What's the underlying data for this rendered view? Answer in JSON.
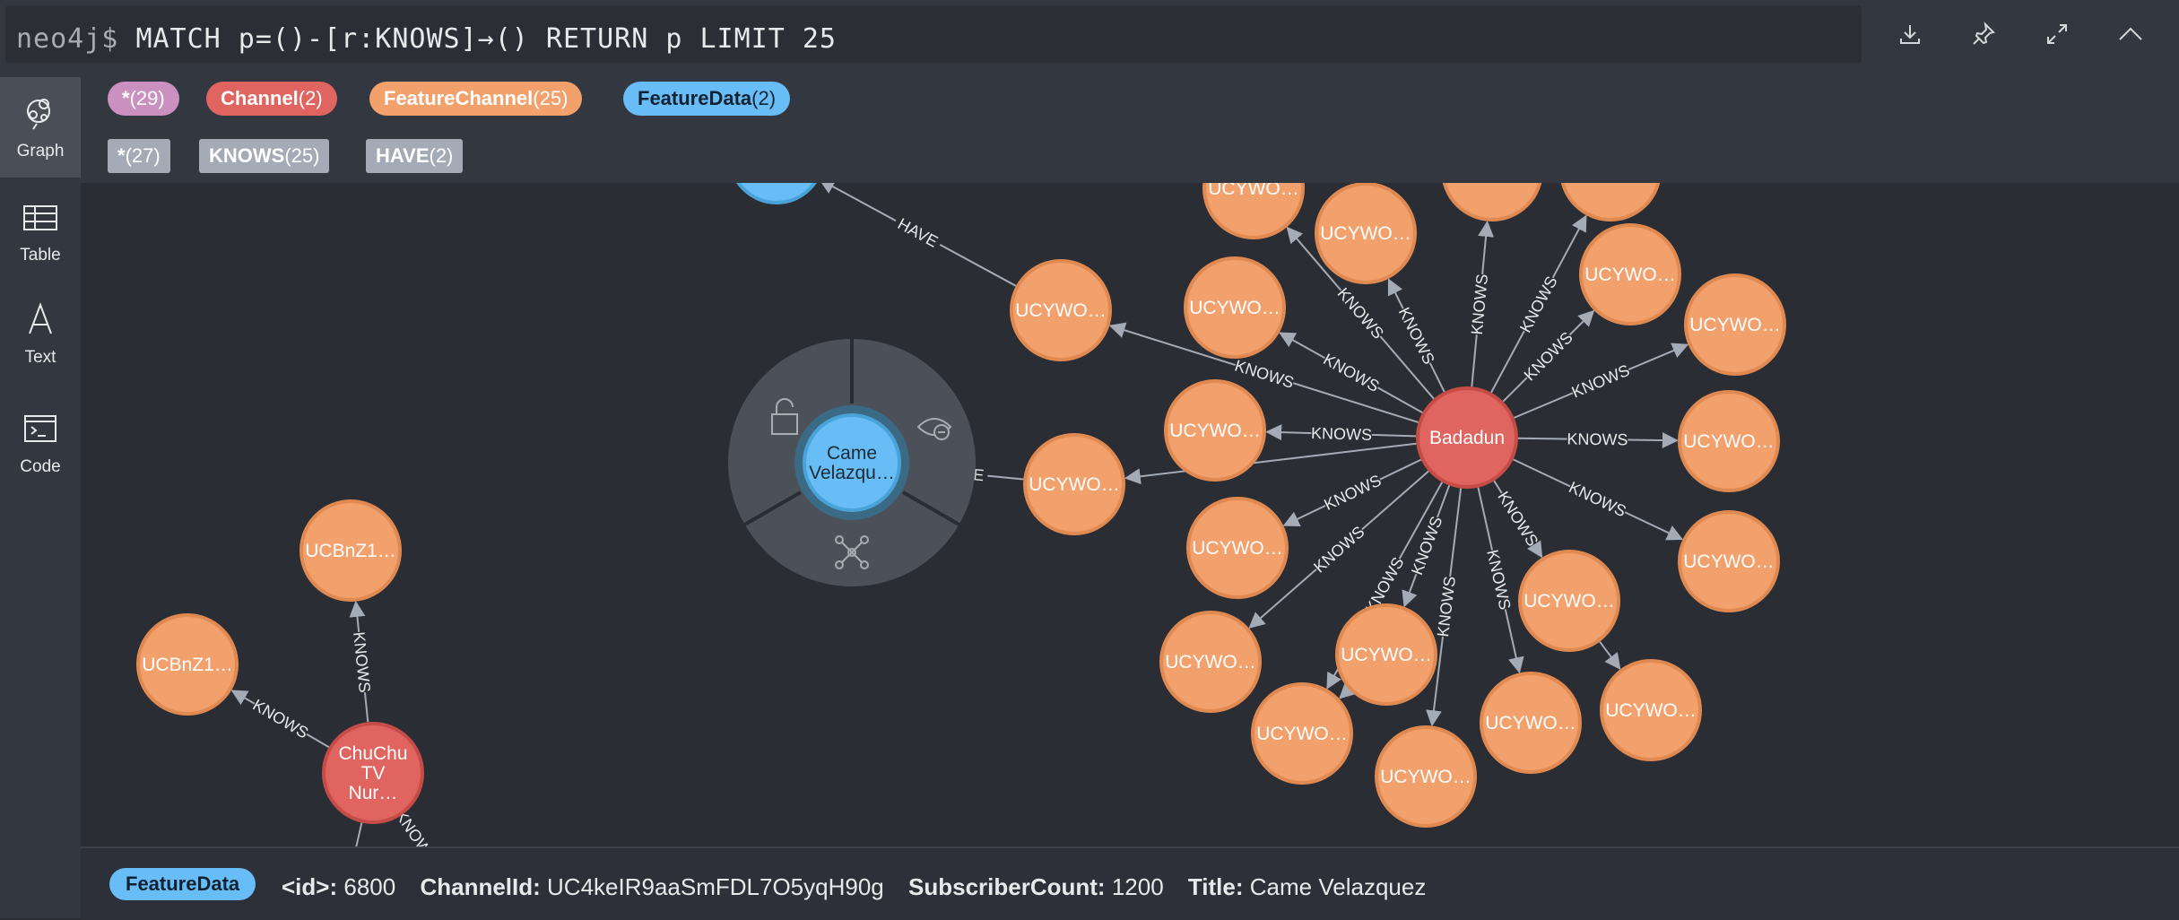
{
  "query": {
    "prompt": "neo4j$",
    "text": "MATCH p=()-[r:KNOWS]→() RETURN p LIMIT 25"
  },
  "toolbar": {
    "icons": [
      "download-icon",
      "pin-icon",
      "expand-icon",
      "collapse-icon"
    ]
  },
  "sidebar": {
    "items": [
      {
        "label": "Graph",
        "icon": "graph-icon"
      },
      {
        "label": "Table",
        "icon": "table-icon"
      },
      {
        "label": "Text",
        "icon": "text-icon"
      },
      {
        "label": "Code",
        "icon": "code-icon"
      }
    ]
  },
  "legend": {
    "node_labels": [
      {
        "name": "*",
        "count": "(29)",
        "color": "#c990c0"
      },
      {
        "name": "Channel",
        "count": "(2)",
        "color": "#e0645f"
      },
      {
        "name": "FeatureChannel",
        "count": "(25)",
        "color": "#f2a06c"
      },
      {
        "name": "FeatureData",
        "count": "(2)",
        "color": "#68bdf6"
      }
    ],
    "rel_types": [
      {
        "name": "*",
        "count": "(27)"
      },
      {
        "name": "KNOWS",
        "count": "(25)"
      },
      {
        "name": "HAVE",
        "count": "(2)"
      }
    ]
  },
  "graph": {
    "colors": {
      "channel": "#e0645f",
      "feature_channel": "#f2a06c",
      "feature_data": "#68bdf6",
      "edge": "#a5abb6"
    },
    "nodes": {
      "badadun": "Badadun",
      "chuchu": [
        "ChuChu",
        "TV",
        "Nur…"
      ],
      "selected": [
        "Came",
        "Velazqu…"
      ],
      "ucywo": "UCYWO…",
      "ucbnz": "UCBnZ1…"
    },
    "edge_labels": {
      "knows": "KNOWS",
      "have": "HAVE"
    }
  },
  "details": {
    "label": "FeatureData",
    "props": [
      {
        "key": "<id>:",
        "value": "6800"
      },
      {
        "key": "ChannelId:",
        "value": "UC4keIR9aaSmFDL7O5yqH90g"
      },
      {
        "key": "SubscriberCount:",
        "value": "1200"
      },
      {
        "key": "Title:",
        "value": "Came Velazquez"
      }
    ]
  }
}
